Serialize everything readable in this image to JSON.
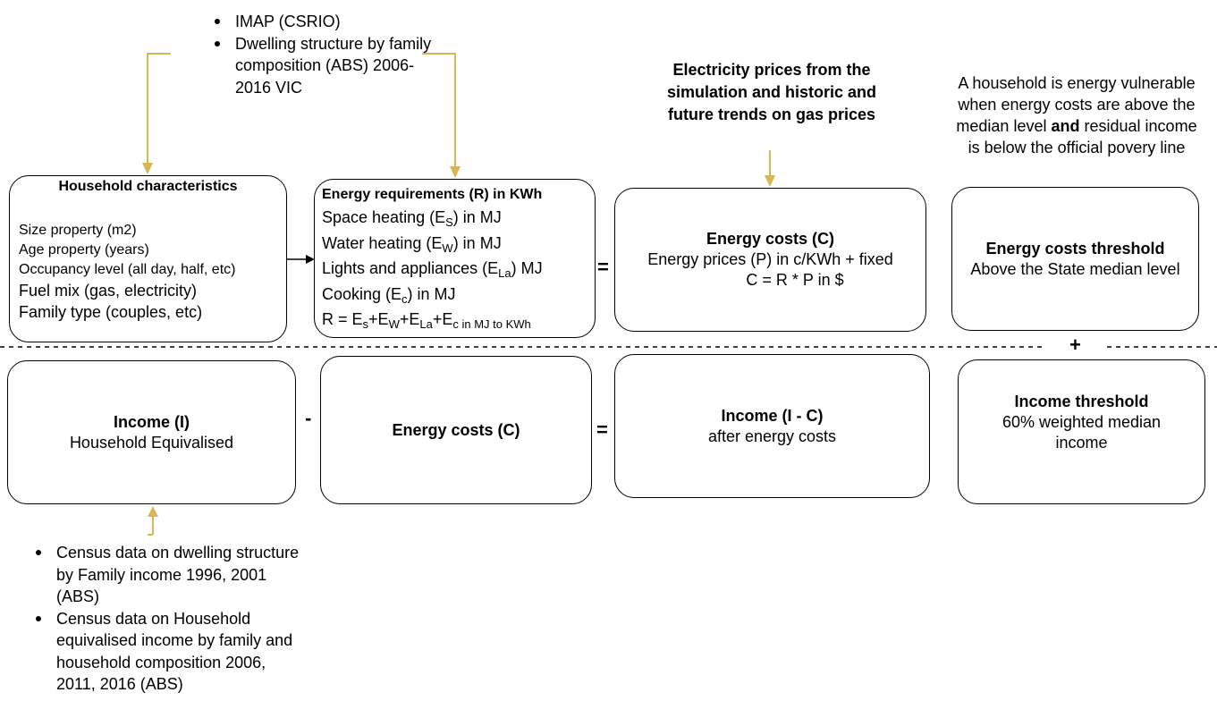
{
  "top_sources": {
    "items": [
      "IMAP (CSRIO)",
      "Dwelling structure by family composition (ABS) 2006-2016 VIC"
    ]
  },
  "household": {
    "title": "Household characteristics",
    "lines": [
      "Size property (m2)",
      "Age property (years)",
      "Occupancy level (all day, half, etc)",
      "Fuel mix (gas, electricity)",
      "Family type (couples, etc)"
    ]
  },
  "energy_req": {
    "title": "Energy requirements (R) in KWh",
    "space_heating": "Space heating (E",
    "space_sub": "S",
    "space_tail": ") in MJ",
    "water_heating": "Water heating (E",
    "water_sub": "W",
    "water_tail": ") in MJ",
    "lights": "Lights and appliances (E",
    "lights_sub": "La",
    "lights_tail": ") MJ",
    "cooking": "Cooking (E",
    "cooking_sub": "c",
    "cooking_tail": ") in MJ",
    "formula_a": "R = E",
    "formula_s": "s",
    "formula_b": "+E",
    "formula_w": "W",
    "formula_c": "+E",
    "formula_la": "La",
    "formula_d": "+E",
    "formula_tail": "c in MJ to KWh"
  },
  "elec_prices": {
    "text": "Electricity prices from the simulation and historic and future trends on gas prices"
  },
  "energy_costs_top": {
    "title": "Energy costs (C)",
    "line1": "Energy prices (P) in c/KWh + fixed",
    "line2": "C = R * P in $"
  },
  "vulnerable_note": {
    "part1": "A household is energy vulnerable when energy costs are above the median level",
    "bold": "and",
    "part2": "residual income is below the official povery line"
  },
  "threshold_top": {
    "title": "Energy costs threshold",
    "line1": "Above the State median level"
  },
  "income": {
    "title": "Income (I)",
    "line1": "Household Equivalised"
  },
  "energy_costs_bottom": {
    "title": "Energy costs (C)"
  },
  "income_after": {
    "title": "Income (I - C)",
    "line1": "after energy costs"
  },
  "income_threshold": {
    "title": "Income threshold",
    "line1": "60% weighted median income"
  },
  "bottom_sources": {
    "items": [
      "Census data on dwelling structure by Family income 1996, 2001 (ABS)",
      "Census data on Household equivalised income by family and household composition 2006, 2011, 2016 (ABS)"
    ]
  },
  "operators": {
    "equals_top": "=",
    "minus": "-",
    "equals_bottom": "=",
    "plus": "+"
  },
  "colors": {
    "arrow": "#d6b656",
    "stroke": "#000000"
  }
}
